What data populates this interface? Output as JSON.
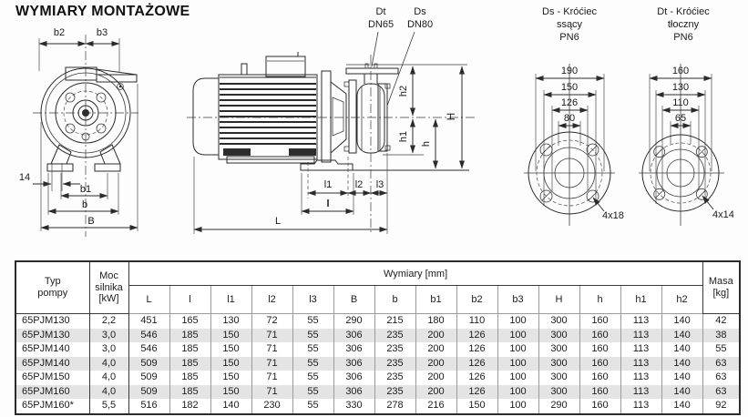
{
  "page": {
    "title": "WYMIARY MONTAŻOWE"
  },
  "front_view": {
    "b2": "b2",
    "b3": "b3",
    "d14": "14",
    "b1": "b1",
    "b": "b",
    "B": "B"
  },
  "side_view": {
    "dt": "Dt",
    "dt_dn": "DN65",
    "ds": "Ds",
    "ds_dn": "DN80",
    "h2": "h2",
    "H": "H",
    "h1": "h1",
    "h": "h",
    "l1": "l1",
    "l2": "l2",
    "l3": "l3",
    "l": "l",
    "L": "L"
  },
  "suction_flange": {
    "line1": "Ds - Króćiec",
    "line2": "ssący",
    "line3": "PN6",
    "d1": "190",
    "d2": "150",
    "d3": "126",
    "d4": "80",
    "holes": "4x18"
  },
  "discharge_flange": {
    "line1": "Dt - Króćiec",
    "line2": "tłoczny",
    "line3": "PN6",
    "d1": "160",
    "d2": "130",
    "d3": "110",
    "d4": "65",
    "holes": "4x14"
  },
  "table": {
    "header": {
      "typ_pompy": "Typ\npompy",
      "moc_silnika": "Moc\nsilnika\n[kW]",
      "wymiary": "Wymiary [mm]",
      "masa": "Masa\n[kg]",
      "dims": [
        "L",
        "l",
        "l1",
        "l2",
        "l3",
        "B",
        "b",
        "b1",
        "b2",
        "b3",
        "H",
        "h",
        "h1",
        "h2"
      ]
    },
    "rows": [
      [
        "65PJM130",
        "2,2",
        "451",
        "165",
        "130",
        "72",
        "55",
        "290",
        "215",
        "180",
        "110",
        "100",
        "300",
        "160",
        "113",
        "140",
        "42"
      ],
      [
        "65PJM130",
        "3,0",
        "546",
        "185",
        "150",
        "71",
        "55",
        "306",
        "235",
        "200",
        "126",
        "100",
        "300",
        "160",
        "113",
        "140",
        "38"
      ],
      [
        "65PJM140",
        "3,0",
        "546",
        "185",
        "150",
        "71",
        "55",
        "306",
        "235",
        "200",
        "126",
        "100",
        "300",
        "160",
        "113",
        "140",
        "55"
      ],
      [
        "65PJM140",
        "4,0",
        "509",
        "185",
        "150",
        "71",
        "55",
        "306",
        "235",
        "200",
        "126",
        "100",
        "300",
        "160",
        "113",
        "140",
        "63"
      ],
      [
        "65PJM150",
        "4,0",
        "509",
        "185",
        "150",
        "71",
        "55",
        "306",
        "235",
        "200",
        "126",
        "100",
        "300",
        "160",
        "113",
        "140",
        "63"
      ],
      [
        "65PJM160",
        "4,0",
        "509",
        "185",
        "150",
        "71",
        "55",
        "306",
        "235",
        "200",
        "126",
        "100",
        "300",
        "160",
        "113",
        "140",
        "63"
      ],
      [
        "65PJM160*",
        "5,5",
        "516",
        "182",
        "140",
        "230",
        "55",
        "330",
        "278",
        "216",
        "150",
        "100",
        "290",
        "160",
        "113",
        "140",
        "92"
      ]
    ]
  }
}
